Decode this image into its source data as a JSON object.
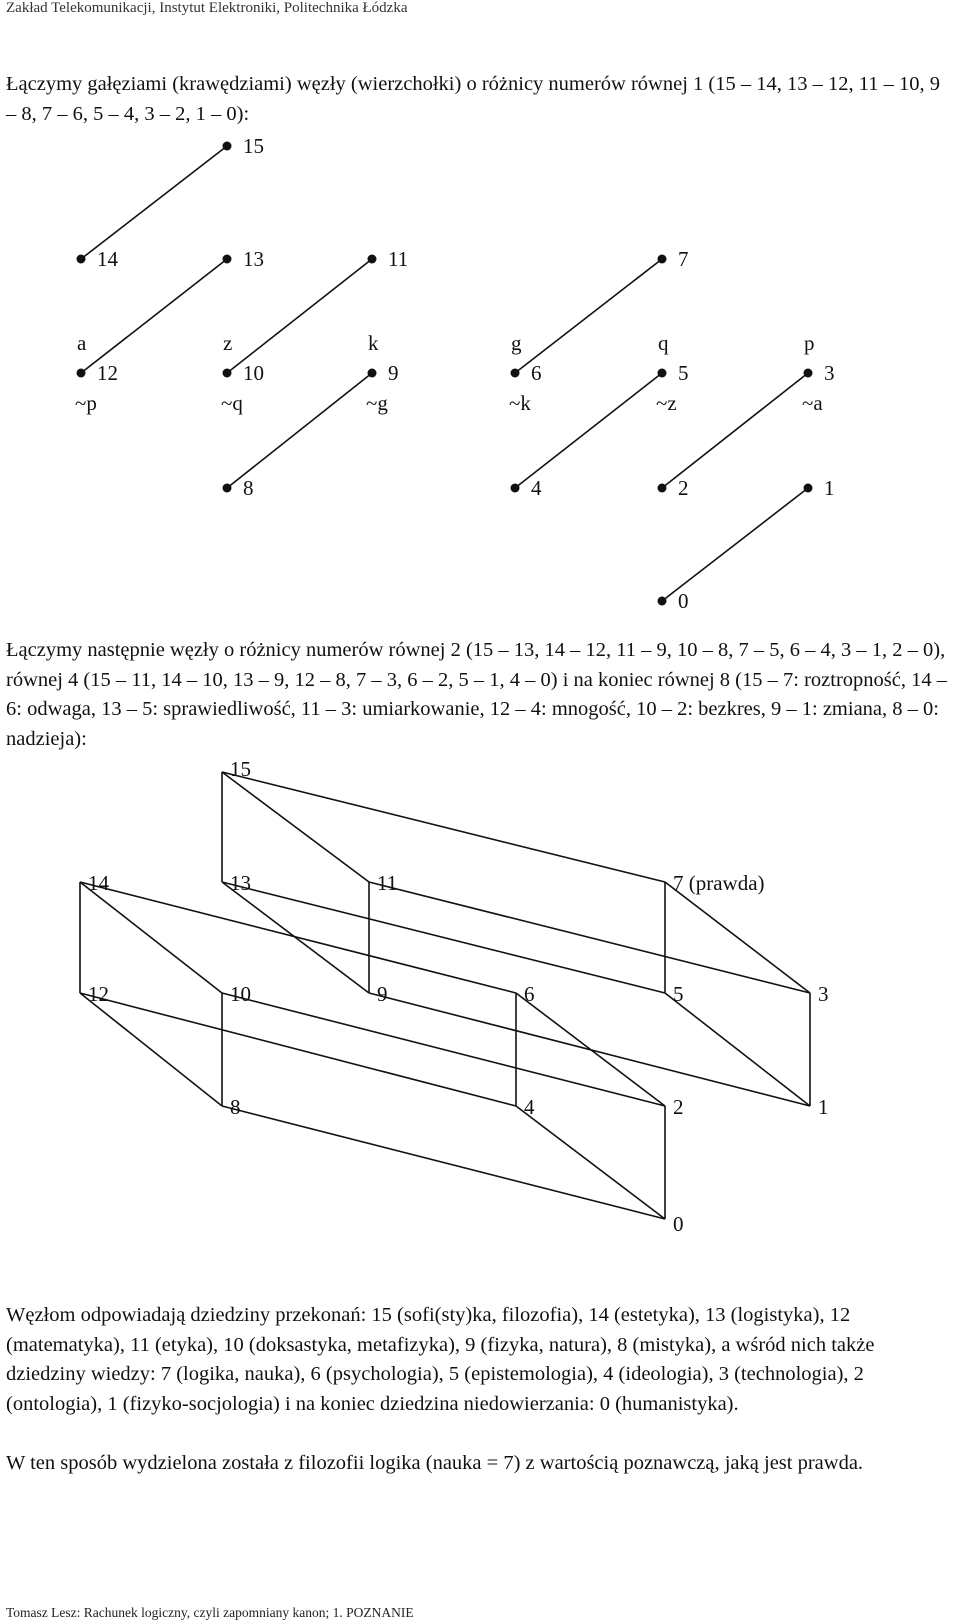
{
  "header": "Zakład Telekomunikacji, Instytut Elektroniki, Politechnika Łódzka",
  "paragraphs": {
    "p1": "Łączymy gałęziami (krawędziami) węzły (wierzchołki) o różnicy numerów równej 1 (15 – 14, 13 – 12, 11 – 10, 9 – 8, 7 – 6, 5 – 4, 3 – 2, 1 – 0):",
    "p2": " Łączymy następnie węzły o różnicy numerów równej 2 (15 – 13, 14 – 12, 11 – 9, 10 – 8, 7 – 5, 6 – 4, 3 – 1, 2 – 0), równej 4 (15 – 11, 14 – 10, 13 – 9, 12 – 8, 7 – 3, 6 – 2, 5 – 1, 4 – 0) i na koniec równej 8 (15 – 7: roztropność, 14 – 6: odwaga, 13 – 5: sprawiedliwość, 11 – 3: umiarkowanie, 12 – 4: mnogość, 10 – 2: bezkres, 9 – 1: zmiana, 8 – 0: nadzieja):",
    "p3": " Węzłom odpowiadają dziedziny przekonań: 15 (sofi(sty)ka, filozofia), 14 (estetyka), 13 (logistyka), 12 (matematyka), 11 (etyka), 10 (doksastyka, metafizyka), 9 (fizyka, natura), 8 (mistyka), a wśród nich także dziedziny wiedzy: 7 (logika, nauka), 6 (psychologia), 5 (epistemologia), 4 (ideologia), 3 (technologia), 2 (ontologia), 1 (fizyko-socjologia) i na koniec dziedzina niedowierzania: 0 (humanistyka).",
    "p4": " W ten sposób wydzielona została z filozofii logika (nauka = 7) z wartością poznawczą, jaką jest prawda."
  },
  "figure1": {
    "nodes": [
      {
        "id": "15",
        "label": "15"
      },
      {
        "id": "14",
        "label": "14"
      },
      {
        "id": "13",
        "label": "13"
      },
      {
        "id": "11",
        "label": "11"
      },
      {
        "id": "7",
        "label": "7"
      },
      {
        "id": "12",
        "label": "12",
        "above": "a",
        "below": "~p"
      },
      {
        "id": "10",
        "label": "10",
        "above": "z",
        "below": "~q"
      },
      {
        "id": "9",
        "label": "9",
        "above": "k",
        "below": "~g"
      },
      {
        "id": "6",
        "label": "6",
        "above": "g",
        "below": "~k"
      },
      {
        "id": "5",
        "label": "5",
        "above": "q",
        "below": "~z"
      },
      {
        "id": "3",
        "label": "3",
        "above": "p",
        "below": "~a"
      },
      {
        "id": "8",
        "label": "8"
      },
      {
        "id": "4",
        "label": "4"
      },
      {
        "id": "2",
        "label": "2"
      },
      {
        "id": "1",
        "label": "1"
      },
      {
        "id": "0",
        "label": "0"
      }
    ],
    "edges": [
      [
        "15",
        "14"
      ],
      [
        "13",
        "12"
      ],
      [
        "11",
        "10"
      ],
      [
        "9",
        "8"
      ],
      [
        "7",
        "6"
      ],
      [
        "5",
        "4"
      ],
      [
        "3",
        "2"
      ],
      [
        "1",
        "0"
      ]
    ]
  },
  "figure2": {
    "nodes": [
      {
        "id": "15",
        "label": "15"
      },
      {
        "id": "14",
        "label": "14"
      },
      {
        "id": "13",
        "label": "13"
      },
      {
        "id": "11",
        "label": "11"
      },
      {
        "id": "7",
        "label": "7 (prawda)"
      },
      {
        "id": "12",
        "label": "12"
      },
      {
        "id": "10",
        "label": "10"
      },
      {
        "id": "9",
        "label": "9"
      },
      {
        "id": "6",
        "label": "6"
      },
      {
        "id": "5",
        "label": "5"
      },
      {
        "id": "3",
        "label": "3"
      },
      {
        "id": "8",
        "label": "8"
      },
      {
        "id": "4",
        "label": "4"
      },
      {
        "id": "2",
        "label": "2"
      },
      {
        "id": "1",
        "label": "1"
      },
      {
        "id": "0",
        "label": "0"
      }
    ],
    "edges": [
      [
        "15",
        "13"
      ],
      [
        "14",
        "12"
      ],
      [
        "11",
        "9"
      ],
      [
        "10",
        "8"
      ],
      [
        "7",
        "5"
      ],
      [
        "6",
        "4"
      ],
      [
        "3",
        "1"
      ],
      [
        "2",
        "0"
      ],
      [
        "15",
        "11"
      ],
      [
        "14",
        "10"
      ],
      [
        "13",
        "9"
      ],
      [
        "12",
        "8"
      ],
      [
        "7",
        "3"
      ],
      [
        "6",
        "2"
      ],
      [
        "5",
        "1"
      ],
      [
        "4",
        "0"
      ],
      [
        "15",
        "7"
      ],
      [
        "14",
        "6"
      ],
      [
        "13",
        "5"
      ],
      [
        "11",
        "3"
      ],
      [
        "12",
        "4"
      ],
      [
        "10",
        "2"
      ],
      [
        "9",
        "1"
      ],
      [
        "8",
        "0"
      ]
    ]
  },
  "footer": "Tomasz Lesz: Rachunek logiczny, czyli zapomniany kanon; 1. POZNANIE"
}
